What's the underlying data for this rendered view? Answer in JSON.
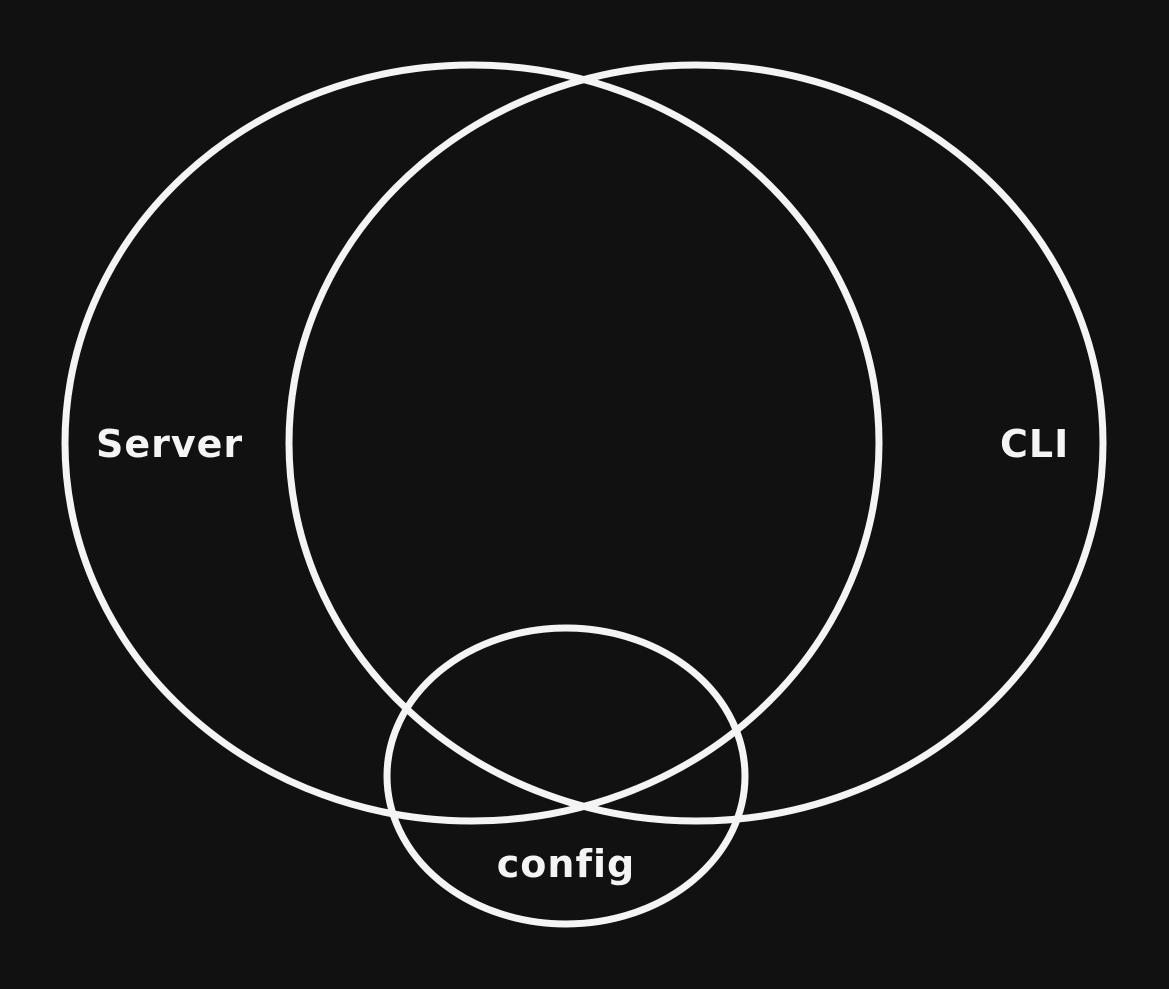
{
  "diagram": {
    "type": "venn",
    "colors": {
      "background": "#111111",
      "stroke": "#f4f4f4",
      "text": "#f4f4f4"
    },
    "sets": [
      {
        "label": "Server"
      },
      {
        "label": "CLI"
      },
      {
        "label": "config"
      }
    ]
  }
}
